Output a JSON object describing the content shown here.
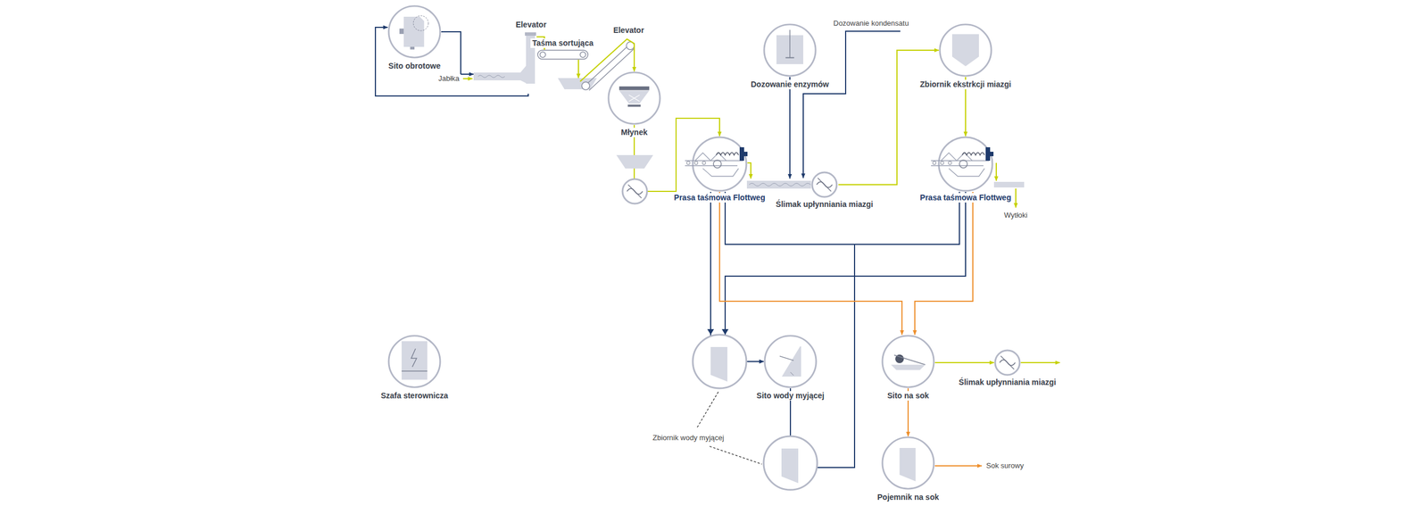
{
  "diagram": {
    "nodes": [
      {
        "text": [
          "Sito obrotowe"
        ]
      },
      {
        "text": [
          "Elevator"
        ]
      },
      {
        "text": [
          "Taśma sortująca"
        ]
      },
      {
        "text": [
          "Elevator"
        ]
      },
      {
        "text": [
          "Młynek"
        ]
      },
      {
        "text": [
          "Prasa taśmowa Flottweg"
        ]
      },
      {
        "text": [
          "Dozowanie enzymów"
        ]
      },
      {
        "text": [
          "Ślimak upłynniania miazgi"
        ]
      },
      {
        "text": [
          "Zbiornik ekstrkcji miazgi"
        ]
      },
      {
        "text": [
          "Prasa taśmowa Flottweg"
        ]
      },
      {
        "text": [
          "Sito wody myjącej"
        ]
      },
      {
        "text": [
          "Sito na sok"
        ]
      },
      {
        "text": [
          "Ślimak upłynniania miazgi"
        ]
      },
      {
        "text": [
          "Pojemnik na sok"
        ]
      },
      {
        "text": [
          "Szafa sterownicza"
        ]
      }
    ],
    "edges": [
      {
        "from": 0,
        "to": 1,
        "arrow": "to"
      },
      {
        "from": 1,
        "to": 0,
        "arrow": "to"
      },
      {
        "from": 1,
        "to": 2,
        "arrow": "to"
      },
      {
        "from": 2,
        "to": 3,
        "arrow": "to"
      },
      {
        "from": 3,
        "to": 4,
        "arrow": "to"
      },
      {
        "from": 4,
        "to": 5,
        "arrow": "to"
      },
      {
        "from": 5,
        "to": 7,
        "arrow": "to"
      },
      {
        "from": 6,
        "to": 7,
        "arrow": "to"
      },
      {
        "from": 7,
        "to": 8,
        "arrow": "to"
      },
      {
        "from": 8,
        "to": 9,
        "arrow": "to"
      },
      {
        "from": 5,
        "to": 10,
        "arrow": "to"
      },
      {
        "from": 9,
        "to": 10,
        "arrow": "to"
      },
      {
        "from": 10,
        "to": 5,
        "arrow": "to"
      },
      {
        "from": 10,
        "to": 9,
        "arrow": "to"
      },
      {
        "from": 5,
        "to": 11,
        "arrow": "to"
      },
      {
        "from": 9,
        "to": 11,
        "arrow": "to"
      },
      {
        "from": 11,
        "to": 12,
        "arrow": "to"
      },
      {
        "from": 11,
        "to": 13,
        "arrow": "to"
      }
    ],
    "labels": [
      "Jabłka",
      "Dozowanie kondensatu",
      "Wytłoki",
      "Zbiornik wody myjącej",
      "Sok surowy"
    ]
  }
}
